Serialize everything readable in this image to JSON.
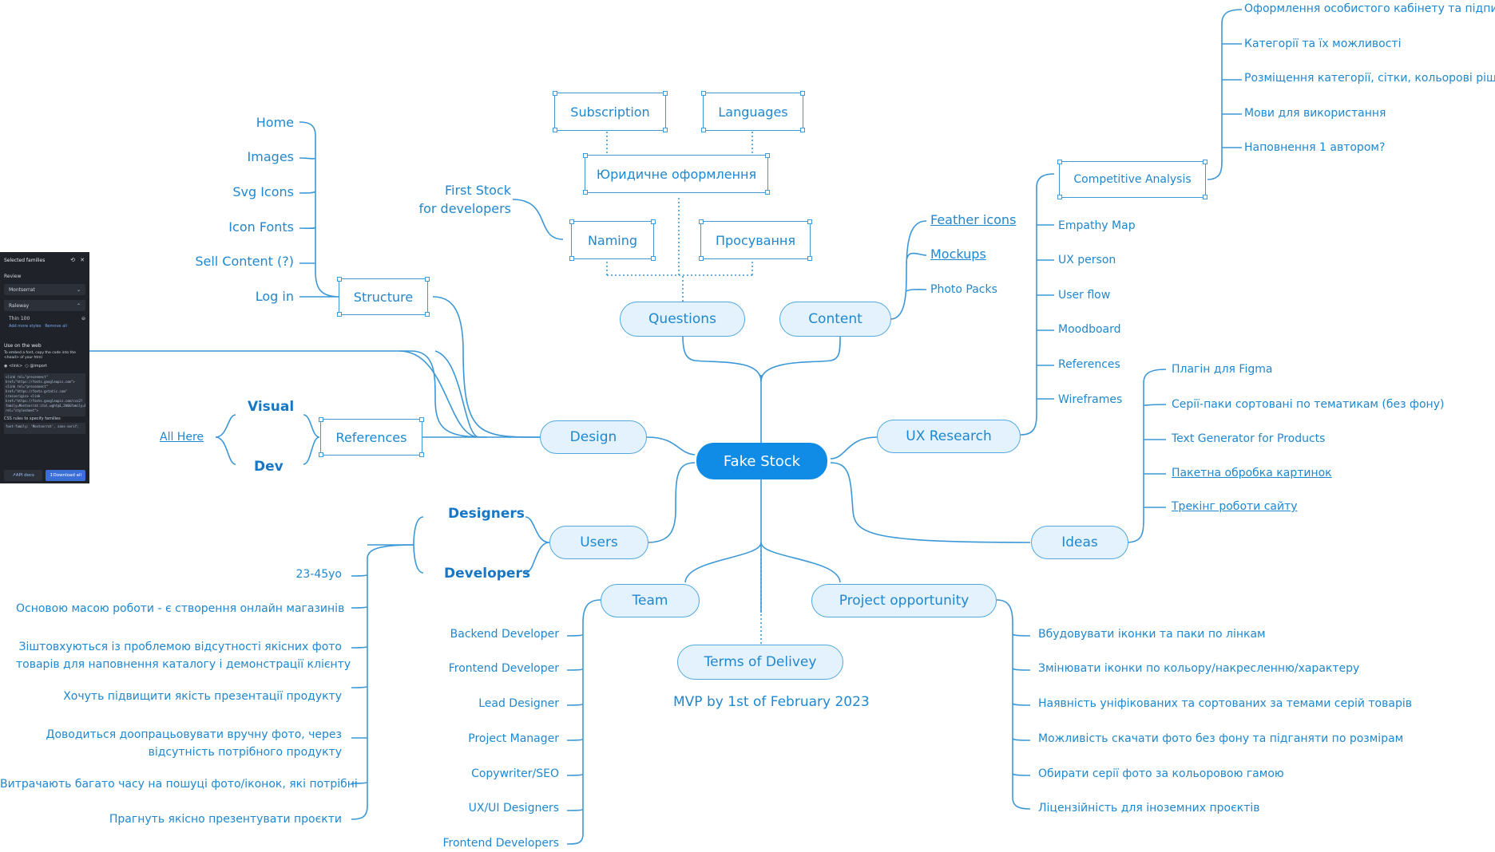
{
  "root": {
    "label": "Fake Stock"
  },
  "branches": {
    "questions": "Questions",
    "content": "Content",
    "design": "Design",
    "ux_research": "UX Research",
    "users": "Users",
    "ideas": "Ideas",
    "team": "Team",
    "project_opportunity": "Project opportunity",
    "terms": "Terms of Delivey"
  },
  "terms_note": "MVP by 1st of February 2023",
  "questions_boxes": {
    "subscription": "Subscription",
    "languages": "Languages",
    "legal": "Юридичне оформлення",
    "naming": "Naming",
    "promotion": "Просування"
  },
  "first_stock": [
    "First Stock",
    "for developers"
  ],
  "content_items": [
    "Feather icons",
    "Mockups",
    "Photo Packs"
  ],
  "design_structure": "Structure",
  "structure_items": [
    "Home",
    "Images",
    "Svg Icons",
    "Icon Fonts",
    "Sell Content (?)",
    "Log in"
  ],
  "design_references": "References",
  "references_items": {
    "visual": "Visual",
    "dev": "Dev",
    "all_here": "All Here"
  },
  "ux_items": [
    "Empathy Map",
    "UX person",
    "User flow",
    "Moodboard",
    "References",
    "Wireframes"
  ],
  "competitive_analysis": "Competitive Analysis",
  "competitive_items": [
    "Оформлення особистого кабінету та підписки",
    "Категорії та їх можливості",
    "Розміщення категорії, сітки, кольорові рішення",
    "Мови для використання",
    "Наповнення 1 автором?"
  ],
  "ideas_items": [
    "Плагін для Figma",
    "Серії-паки сортовані по тематикам (без фону)",
    "Text Generator for Products",
    "Пакетна обробка картинок",
    "Трекінг роботи сайту"
  ],
  "users_groups": [
    "Designers",
    "Developers"
  ],
  "users_traits": [
    "23-45yo",
    "Основою масою роботи - є створення онлайн магазинів",
    [
      "Зіштовхуються із проблемою відсутності якісних фото",
      "товарів для наповнення каталогу і демонстрації клієнту"
    ],
    "Хочуть підвищити якість презентації продукту",
    [
      "Доводиться доопрацьовувати вручну фото, через",
      "відсутність потрібного продукту"
    ],
    "Витрачають багато часу на пошуці фото/іконок, які потрібні",
    "Прагнуть якісно презентувати проєкти"
  ],
  "team_items": [
    "Backend Developer",
    "Frontend Developer",
    "Lead Designer",
    "Project Manager",
    "Copywriter/SEO",
    "UX/UI Designers",
    "Frontend Developers"
  ],
  "opportunity_items": [
    "Вбудовувати іконки та паки по лінкам",
    "Змінювати іконки по кольору/накресленню/характеру",
    "Наявність уніфікованих та сортованих за темами серій товарів",
    "Можливість скачати  фото без фону та підганяти по розмірам",
    "Обирати серії фото за кольоровою гамою",
    "Ліцензійність для іноземних проєктів"
  ],
  "panel": {
    "title": "Selected families",
    "review": "Review",
    "font1": "Montserrat",
    "font2": "Raleway",
    "weight": "Thin 100",
    "add_more": "Add more styles",
    "remove_all": "Remove all",
    "use_on_web": "Use on the web",
    "instructions": "To embed a font, copy the code into the <head> of your html",
    "opt_link": "<link>",
    "opt_import": "@import",
    "code": "<link rel=\"preconnect\" href=\"https://fonts.googleapis.com\"> <link rel=\"preconnect\" href=\"https://fonts.gstatic.com\" crossorigin> <link href=\"https://fonts.googleapis.com/css2?family=Montserrat:ital,wght@1,200&family=Raleway:wght@100&display=swap\" rel=\"stylesheet\">",
    "css_rules": "CSS rules to specify families",
    "css_code": "font-family: 'Montserrat', sans-serif;",
    "api_docs": "API docs",
    "download_all": "Download all"
  },
  "colors": {
    "line": "#3b97d6",
    "pill_fill": "#e3f2fc",
    "root_fill": "#108ce6",
    "text": "#1f87cf"
  }
}
